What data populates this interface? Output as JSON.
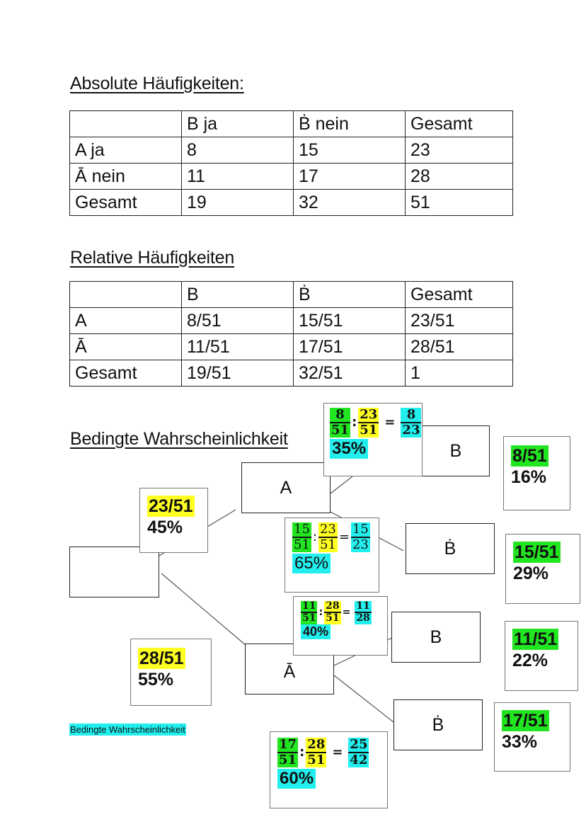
{
  "colors": {
    "green_highlight": "#22e522",
    "yellow_highlight": "#ffff22",
    "cyan_highlight": "#22eeee"
  },
  "absolute": {
    "heading": "Absolute Häufigkeiten:",
    "header": [
      "",
      "B ja",
      "Ḃ nein",
      "Gesamt"
    ],
    "rows": [
      [
        "A ja",
        "8",
        "15",
        "23"
      ],
      [
        "Ā nein",
        "11",
        "17",
        "28"
      ],
      [
        "Gesamt",
        "19",
        "32",
        "51"
      ]
    ]
  },
  "relative": {
    "heading": "Relative Häufigkeiten",
    "header": [
      "",
      "B",
      "Ḃ",
      "Gesamt"
    ],
    "rows": [
      [
        "A",
        "8/51",
        "15/51",
        "23/51"
      ],
      [
        "Ā",
        "11/51",
        "17/51",
        "28/51"
      ],
      [
        "Gesamt",
        "19/51",
        "32/51",
        "1"
      ]
    ]
  },
  "conditional": {
    "heading": "Bedingte Wahrscheinlichkeit",
    "legend_label": "Bedingte Wahrscheinlichkeit",
    "nodes": {
      "root": "",
      "a": "A",
      "a_bar": "Ā",
      "a_b": "B",
      "a_bdot": "Ḃ",
      "abar_b": "B",
      "abar_bdot": "Ḃ"
    },
    "first_level": [
      {
        "frac": "23/51",
        "pct": "45%"
      },
      {
        "frac": "28/51",
        "pct": "55%"
      }
    ],
    "second_level": [
      {
        "n1": "8",
        "d1": "51",
        "n2": "23",
        "d2": "51",
        "rn": "8",
        "rd": "23",
        "pct": "35%"
      },
      {
        "n1": "15",
        "d1": "51",
        "n2": "23",
        "d2": "51",
        "rn": "15",
        "rd": "23",
        "pct": "65%"
      },
      {
        "n1": "11",
        "d1": "51",
        "n2": "28",
        "d2": "51",
        "rn": "11",
        "rd": "28",
        "pct": "40%"
      },
      {
        "n1": "17",
        "d1": "51",
        "n2": "28",
        "d2": "51",
        "rn": "25",
        "rd": "42",
        "pct": "60%"
      }
    ],
    "joint": [
      {
        "frac": "8/51",
        "pct": "16%"
      },
      {
        "frac": "15/51",
        "pct": "29%"
      },
      {
        "frac": "11/51",
        "pct": "22%"
      },
      {
        "frac": "17/51",
        "pct": "33%"
      }
    ],
    "operators": {
      "divide": ":",
      "equals": "="
    }
  }
}
